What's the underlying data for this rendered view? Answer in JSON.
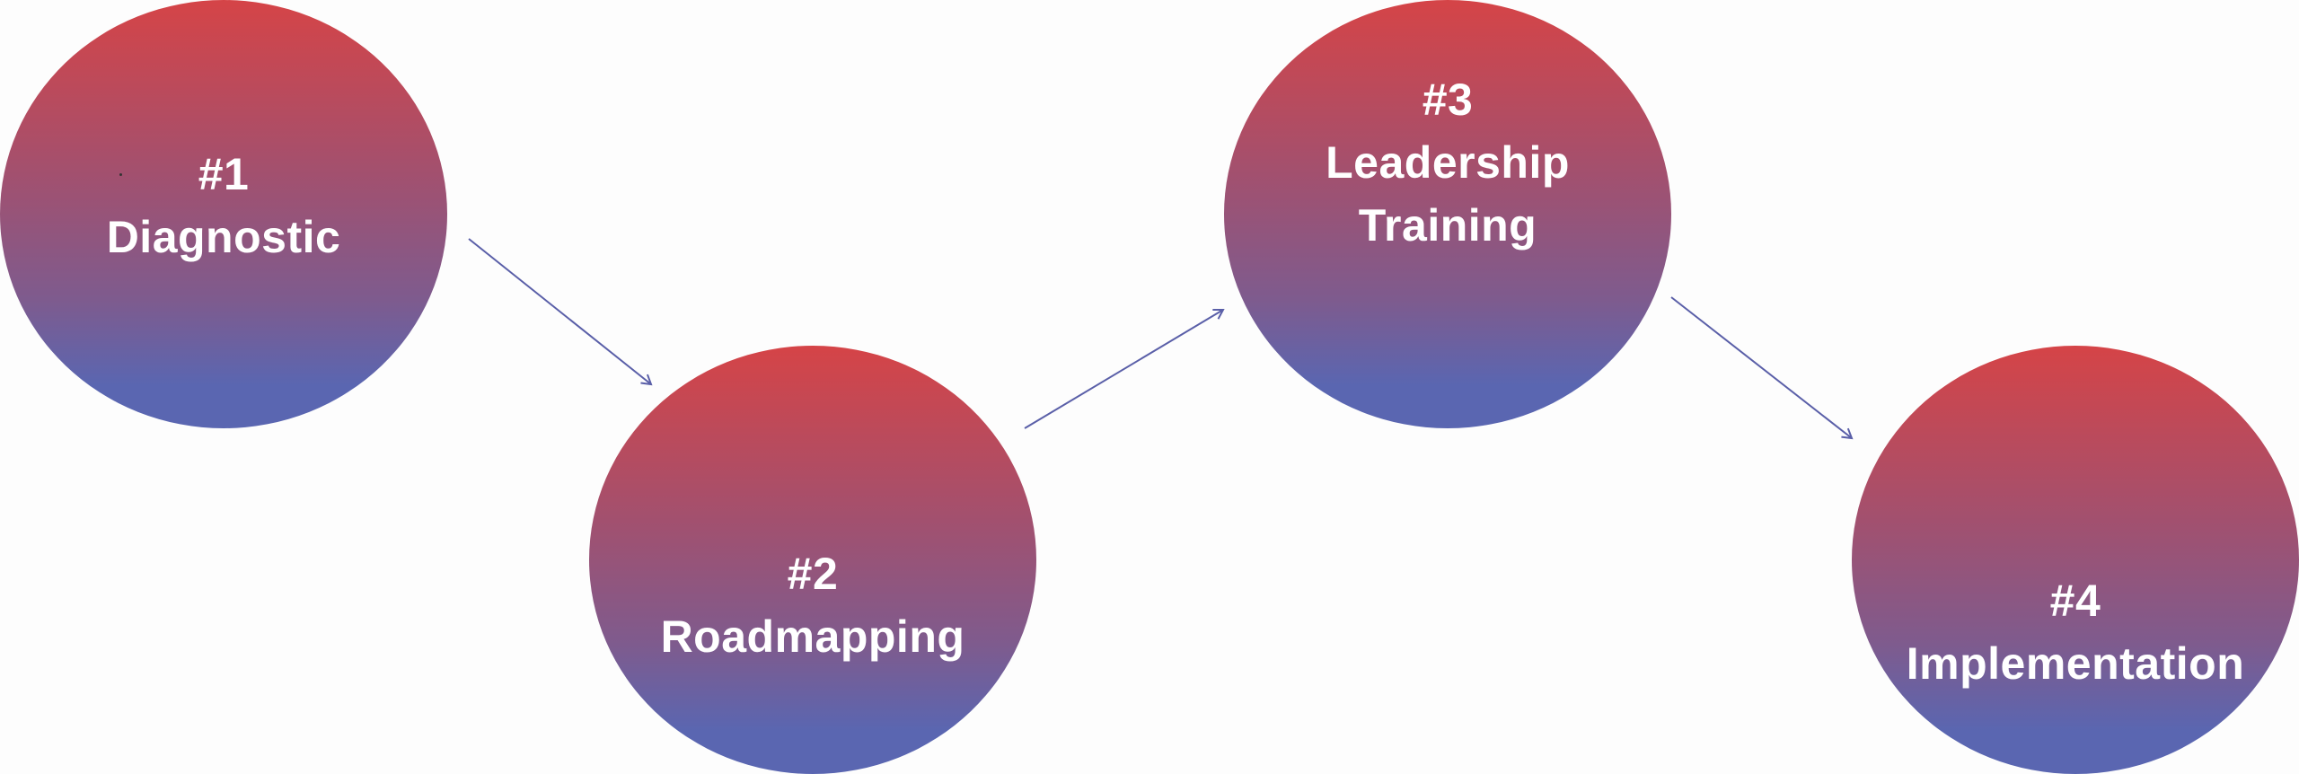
{
  "steps": [
    {
      "number": "#1",
      "label": "Diagnostic"
    },
    {
      "number": "#2",
      "label": "Roadmapping"
    },
    {
      "number": "#3",
      "label_lines": [
        "Leadership",
        "Training"
      ]
    },
    {
      "number": "#4",
      "label": "Implementation"
    }
  ],
  "colors": {
    "gradient_top": "#d54447",
    "gradient_bottom": "#5a66b1",
    "arrow": "#5a5fa8",
    "text": "#ffffff"
  }
}
